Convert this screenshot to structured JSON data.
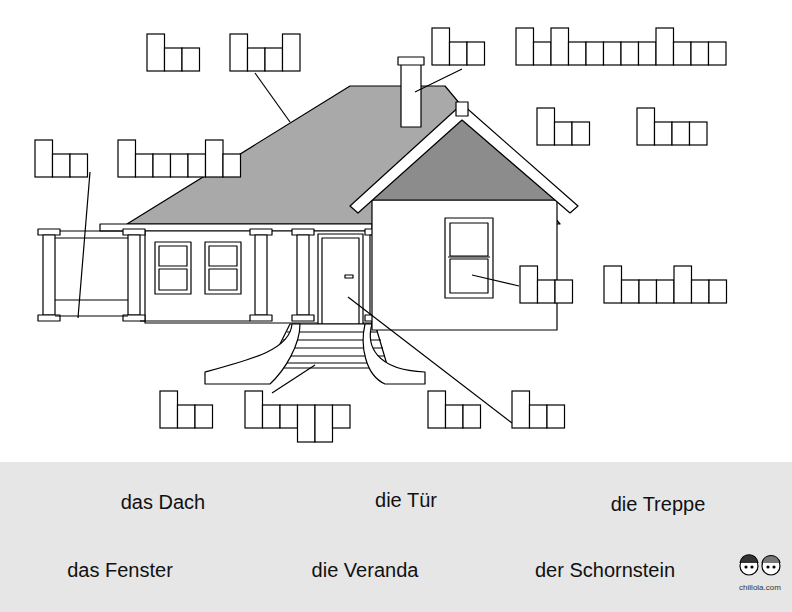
{
  "diagram": {
    "labels": [
      "das Dach",
      "die Tür",
      "die Treppe",
      "das Fenster",
      "die Veranda",
      "der Schornstein",
      "chillola.com"
    ]
  }
}
